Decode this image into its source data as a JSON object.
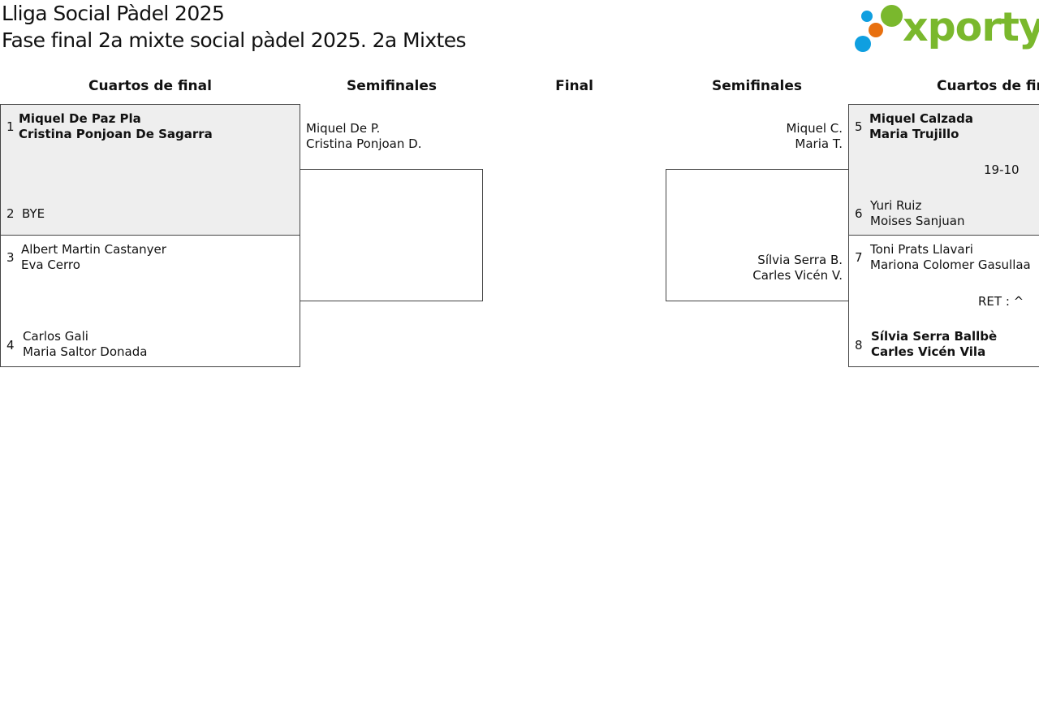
{
  "header": {
    "title": "Lliga Social Pàdel 2025",
    "subtitle": "Fase final 2a mixte social pàdel 2025. 2a Mixtes"
  },
  "logo": {
    "text": "xporty",
    "colors": {
      "green": "#7ab82d",
      "blue": "#0f9fe0",
      "orange": "#e8700f"
    }
  },
  "rounds": {
    "left_quarterfinals": "Cuartos de final",
    "left_semifinals": "Semifinales",
    "final": "Final",
    "right_semifinals": "Semifinales",
    "right_quarterfinals": "Cuartos de final"
  },
  "left_qf": {
    "match1": {
      "top": {
        "seed": "1",
        "p1": "Miquel De Paz Pla",
        "p2": "Cristina Ponjoan De Sagarra",
        "winner": true
      },
      "bottom": {
        "seed": "2",
        "p1": "BYE",
        "p2": "",
        "winner": false
      }
    },
    "match2": {
      "top": {
        "seed": "3",
        "p1": "Albert Martin Castanyer",
        "p2": "Eva Cerro",
        "winner": false
      },
      "bottom": {
        "seed": "4",
        "p1": "Carlos Gali",
        "p2": "Maria Saltor Donada",
        "winner": false
      }
    }
  },
  "left_sf": {
    "p1": "Miquel De P.",
    "p2": "Cristina Ponjoan D."
  },
  "right_sf": {
    "top": {
      "p1": "Miquel C.",
      "p2": "Maria T."
    },
    "bottom": {
      "p1": "Sílvia Serra B.",
      "p2": "Carles Vicén V."
    }
  },
  "right_qf": {
    "match1": {
      "top": {
        "seed": "5",
        "p1": "Miquel Calzada",
        "p2": "Maria Trujillo",
        "winner": true
      },
      "score": "19-10",
      "bottom": {
        "seed": "6",
        "p1": "Yuri Ruiz",
        "p2": "Moises Sanjuan",
        "winner": false
      }
    },
    "match2": {
      "top": {
        "seed": "7",
        "p1": "Toni Prats Llavari",
        "p2": "Mariona Colomer Gasullaa",
        "winner": false
      },
      "score": "RET : ^",
      "bottom": {
        "seed": "8",
        "p1": "Sílvia Serra Ballbè",
        "p2": "Carles Vicén Vila",
        "winner": true
      }
    }
  }
}
